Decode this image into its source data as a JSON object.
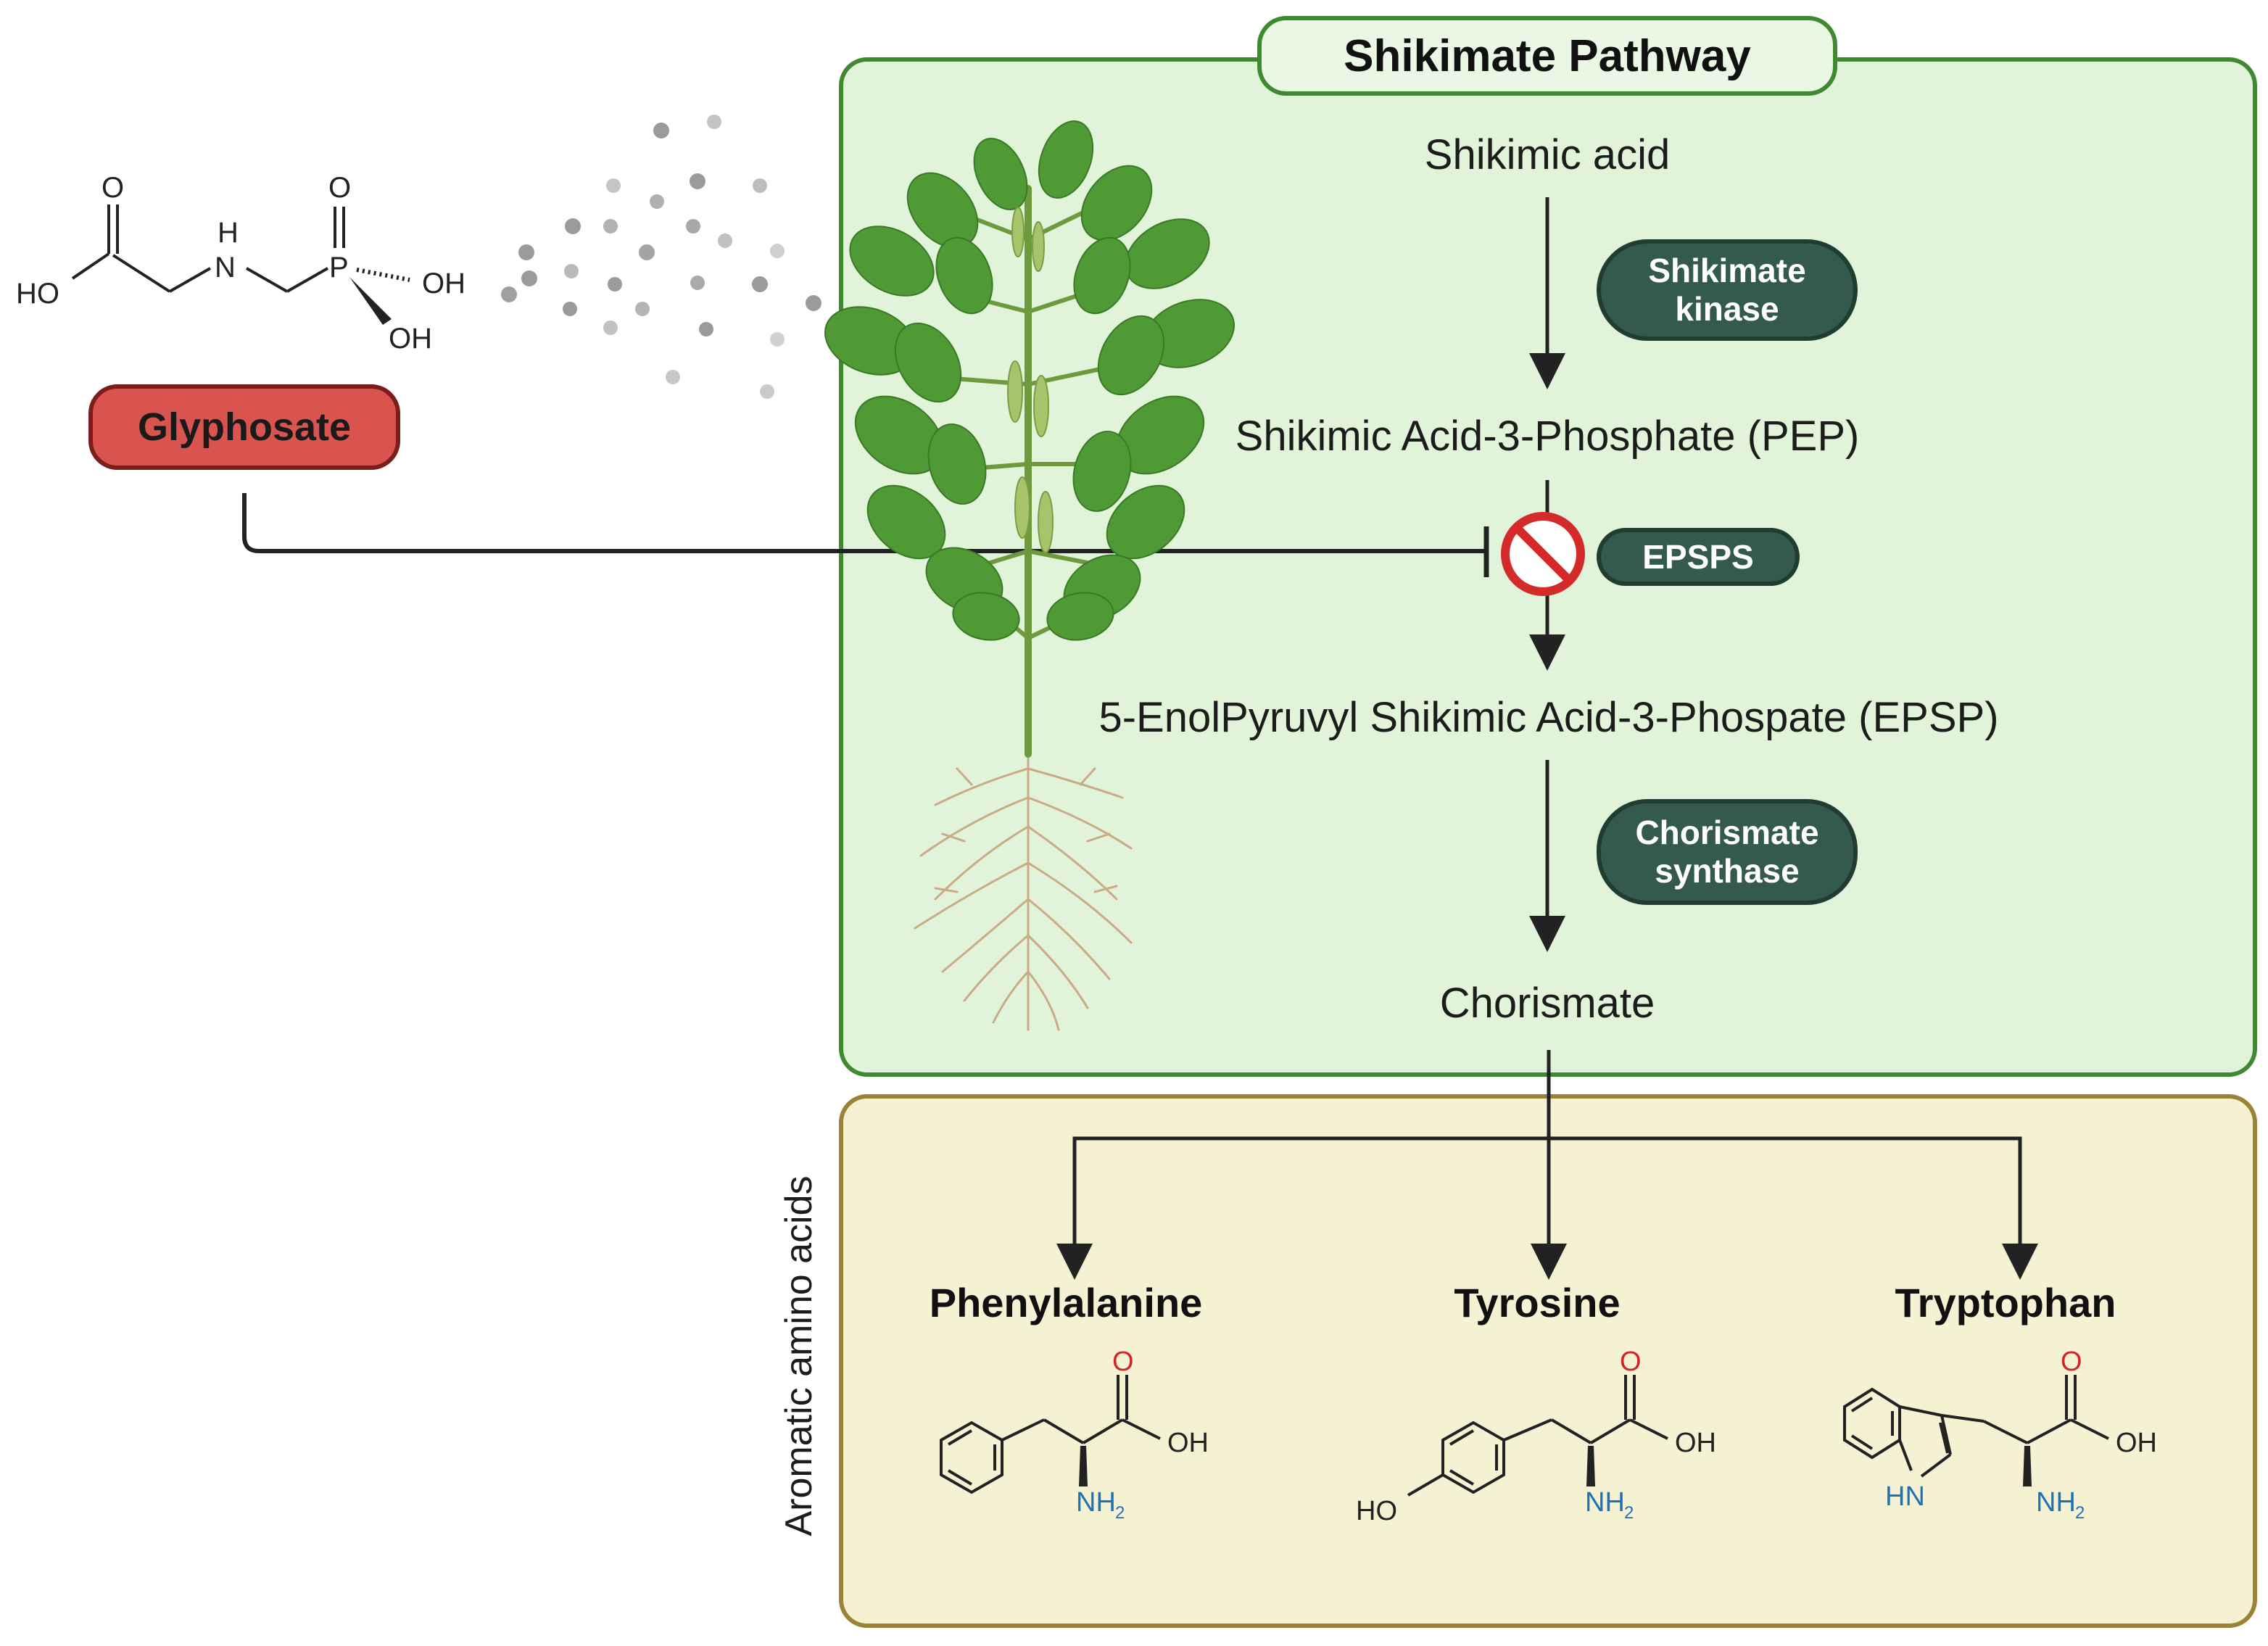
{
  "title": "Shikimate Pathway",
  "steps": {
    "shikimic_acid": "Shikimic acid",
    "s3p": "Shikimic Acid-3-Phosphate (PEP)",
    "epsp": "5-EnolPyruvyl Shikimic Acid-3-Phospate (EPSP)",
    "chorismate": "Chorismate"
  },
  "enzymes": {
    "kinase": "Shikimate kinase",
    "epsps": "EPSPS",
    "chorismate_synthase": "Chorismate synthase"
  },
  "inhibitor": {
    "name": "Glyphosate"
  },
  "side_label": "Aromatic amino acids",
  "amino_acids": [
    "Phenylalanine",
    "Tyrosine",
    "Tryptophan"
  ],
  "chem_labels": {
    "O": "O",
    "OH": "OH",
    "HO": "HO",
    "H": "H",
    "N": "N",
    "P": "P",
    "NH": "NH",
    "sub2": "2",
    "HN": "HN"
  },
  "colors": {
    "pathway_bg": "#e1f4da",
    "pathway_border": "#3f8a30",
    "aa_bg": "#f5f2d3",
    "aa_border": "#9a8236",
    "enzyme_bg": "#335a4c",
    "glyphosate_bg": "#d9534f",
    "inhibit_red": "#d42a2a",
    "oxygen_red": "#d0262a",
    "nitrogen_blue": "#1e73b8"
  }
}
